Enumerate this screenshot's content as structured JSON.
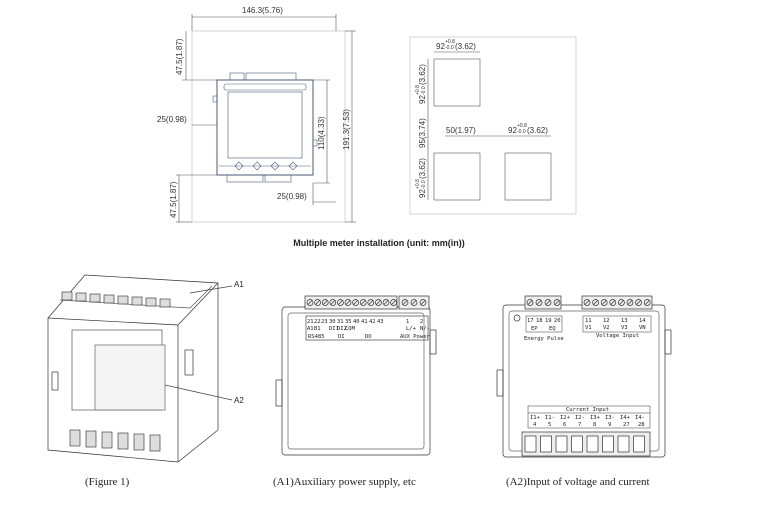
{
  "top_left_drawing": {
    "width_dim": "146.3(5.76)",
    "top_margin_dim": "47.5(1.87)",
    "left_margin_dim": "25(0.98)",
    "device_height_dim": "110(4.33)",
    "total_height_dim": "191.3(7.53)",
    "right_margin_dim": "25(0.98)",
    "bottom_margin_dim": "47.5(1.87)"
  },
  "top_right_drawing": {
    "cutout_dim": "92",
    "tolerance_plus": "+0.8",
    "tolerance_minus": "-0.0",
    "cutout_in": "(3.62)",
    "vertical_gap_dim": "95(3.74)",
    "horizontal_gap_dim": "50(1.97)"
  },
  "section_title": "Multiple meter installation (unit: mm(in))",
  "figure1": {
    "label_a1": "A1",
    "label_a2": "A2",
    "caption": "(Figure 1)"
  },
  "a1": {
    "terminals_top": [
      "21",
      "22",
      "23",
      "30",
      "31",
      "35",
      "40",
      "41",
      "42",
      "43",
      "1",
      "2"
    ],
    "terminals_bottom": [
      "A1",
      "B1",
      "",
      "DI1",
      "DI2",
      "COM",
      "",
      "",
      "",
      "",
      "L/+",
      "N/-"
    ],
    "groups": [
      "RS485",
      "DI",
      "DO",
      "AUX Power"
    ],
    "caption": "(A1)Auxiliary power supply, etc"
  },
  "a2": {
    "energy_top": [
      "17",
      "18",
      "19",
      "20"
    ],
    "energy_bottom": [
      "EP",
      "EQ"
    ],
    "energy_label": "Energy Pulse",
    "voltage_top": [
      "11",
      "12",
      "13",
      "14"
    ],
    "voltage_bottom": [
      "V1",
      "V2",
      "V3",
      "VN"
    ],
    "voltage_label": "Voltage Input",
    "current_label": "Current Input",
    "current_top": [
      "I1+",
      "I1-",
      "I2+",
      "I2-",
      "I3+",
      "I3-",
      "I4+",
      "I4-"
    ],
    "current_bottom": [
      "4",
      "5",
      "6",
      "7",
      "8",
      "9",
      "27",
      "28"
    ],
    "caption": "(A2)Input of voltage and current"
  }
}
